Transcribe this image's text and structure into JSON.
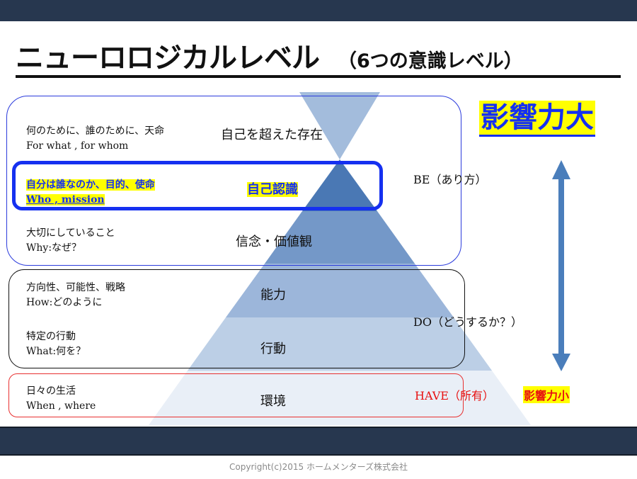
{
  "slide": {
    "title_main": "ニューロロジカルレベル",
    "title_sub": "（6つの意識レベル）"
  },
  "levels": [
    {
      "name": "自己を超えた存在",
      "desc_ja": "何のために、誰のために、天命",
      "desc_en": "For what , for whom",
      "color": "#a3bcdc"
    },
    {
      "name": "自己認識",
      "desc_ja": "自分は誰なのか、目的、使命",
      "desc_en": "Who , mission",
      "color": "#4a78b4",
      "highlighted": true
    },
    {
      "name": "信念・価値観",
      "desc_ja": "大切にしていること",
      "desc_en": "Why:なぜ？",
      "color": "#7498c8"
    },
    {
      "name": "能力",
      "desc_ja": "方向性、可能性、戦略",
      "desc_en": "How:どのように",
      "color": "#9cb6da"
    },
    {
      "name": "行動",
      "desc_ja": "特定の行動",
      "desc_en": "What:何を？",
      "color": "#bccfe6"
    },
    {
      "name": "環境",
      "desc_ja": "日々の生活",
      "desc_en": "When , where",
      "color": "#e9eff7"
    }
  ],
  "groups": {
    "be": "BE（あり方）",
    "do": "DO（どうするか？）",
    "have": "HAVE（所有）"
  },
  "influence": {
    "high": "影響力大",
    "low": "影響力小",
    "arrow_icon": "double-vertical-arrow-icon"
  },
  "colors": {
    "bar": "#27374f",
    "highlight_bg": "#ffff00",
    "highlight_blue": "#1530f0",
    "have_red": "#e81010",
    "arrow": "#4a7ebb"
  },
  "footer": {
    "copyright": "Copyright(c)2015 ホームメンターズ株式会社"
  }
}
